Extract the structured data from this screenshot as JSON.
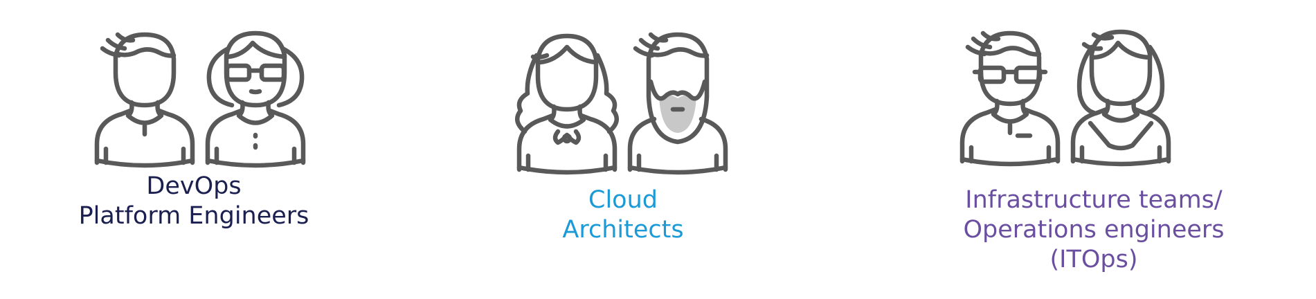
{
  "colors": {
    "icon_stroke": "#595959",
    "beard_fill": "#c8c8c8"
  },
  "groups": [
    {
      "id": "devops",
      "label_lines": [
        "DevOps",
        "Platform Engineers"
      ],
      "color": "#1b1f4f",
      "icons": [
        "man-user-icon",
        "woman-with-glasses-user-icon"
      ]
    },
    {
      "id": "cloud",
      "label_lines": [
        "Cloud",
        "Architects"
      ],
      "color": "#1a9ad6",
      "icons": [
        "woman-user-icon",
        "bearded-man-user-icon"
      ]
    },
    {
      "id": "itops",
      "label_lines": [
        "Infrastructure teams/",
        "Operations engineers",
        "(ITOps)"
      ],
      "color": "#6a4fa0",
      "icons": [
        "man-with-glasses-user-icon",
        "woman-long-hair-user-icon"
      ]
    }
  ]
}
